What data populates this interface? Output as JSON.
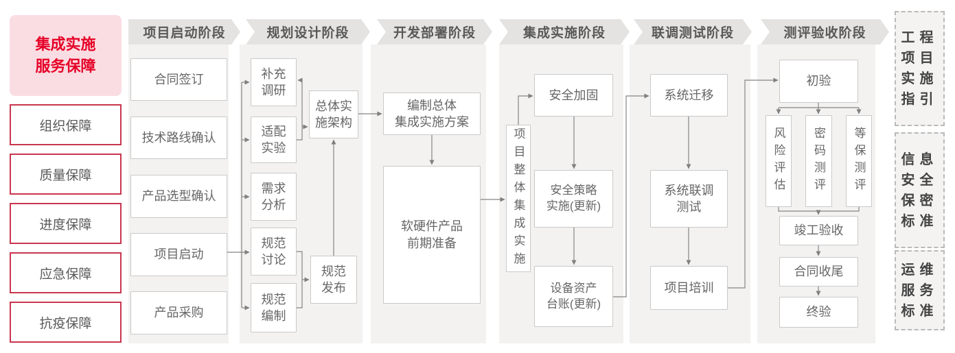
{
  "sidebar": {
    "title": "集成实施\n服务保障",
    "items": [
      "组织保障",
      "质量保障",
      "进度保障",
      "应急保障",
      "抗疫保障"
    ]
  },
  "stages": {
    "s1": {
      "label": "项目启动阶段",
      "b1": "合同签订",
      "b2": "技术路线确认",
      "b3": "产品选型确认",
      "b4": "项目启动",
      "b5": "产品采购"
    },
    "s2": {
      "label": "规划设计阶段",
      "b1": "补充\n调研",
      "b2": "适配\n实验",
      "b3": "需求\n分析",
      "b4": "规范\n讨论",
      "b5": "规范\n编制",
      "b6": "总体实\n施架构",
      "b7": "规范\n发布"
    },
    "s3": {
      "label": "开发部署阶段",
      "b1": "编制总体\n集成实施方案",
      "b2": "软硬件产品\n前期准备"
    },
    "s4": {
      "label": "集成实施阶段",
      "b1": "项目整体集成实施",
      "b2": "安全加固",
      "b3": "安全策略\n实施(更新)",
      "b4": "设备资产\n台账(更新)"
    },
    "s5": {
      "label": "联调测试阶段",
      "b1": "系统迁移",
      "b2": "系统联调\n测试",
      "b3": "项目培训"
    },
    "s6": {
      "label": "测评验收阶段",
      "b1": "初验",
      "b2": "风险评估",
      "b3": "密码测评",
      "b4": "等保测评",
      "b5": "竣工验收",
      "b6": "合同收尾",
      "b7": "终验"
    }
  },
  "standards": {
    "g1": "工程\n项目\n实施\n指引",
    "g2": "信息\n安全\n保密\n标准",
    "g3": "运维\n服务\n标准"
  },
  "colors": {
    "accent_red": "#e60027",
    "red_border": "#c8354e",
    "pink_bg": "#fadde2",
    "banner_gray": "#e4e3e2",
    "column_gray": "#f3f2f1",
    "line_gray": "#828282"
  }
}
